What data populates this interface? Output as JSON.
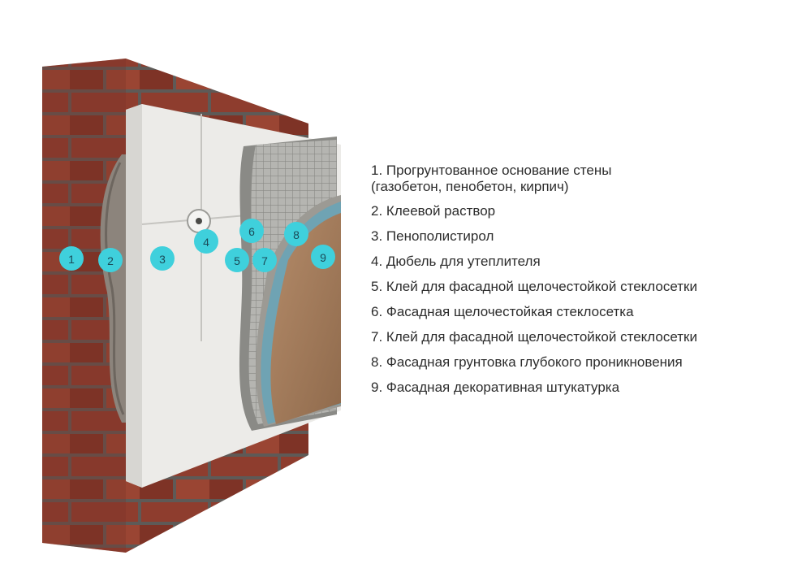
{
  "legend": {
    "items": [
      {
        "number": "1.",
        "text": "Прогрунтованное основание стены",
        "text2": "(газобетон, пенобетон, кирпич)"
      },
      {
        "number": "2.",
        "text": "Клеевой раствор"
      },
      {
        "number": "3.",
        "text": "Пенополистирол"
      },
      {
        "number": "4.",
        "text": "Дюбель для утеплителя"
      },
      {
        "number": "5.",
        "text": "Клей для фасадной щелочестойкой стеклосетки"
      },
      {
        "number": "6.",
        "text": "Фасадная щелочестойкая стеклосетка"
      },
      {
        "number": "7.",
        "text": "Клей для фасадной щелочестойкой стеклосетки"
      },
      {
        "number": "8.",
        "text": "Фасадная грунтовка глубокого проникновения"
      },
      {
        "number": "9.",
        "text": "Фасадная декоративная штукатурка"
      }
    ]
  },
  "markers": [
    "1",
    "2",
    "3",
    "4",
    "5",
    "6",
    "7",
    "8",
    "9"
  ],
  "colors": {
    "marker": "#3fd0dc",
    "brick": "#8a3a2c",
    "mortar": "#5e5a57",
    "foam": "#ececea",
    "plaster": "#a98160",
    "primer": "#6fa3b3"
  }
}
